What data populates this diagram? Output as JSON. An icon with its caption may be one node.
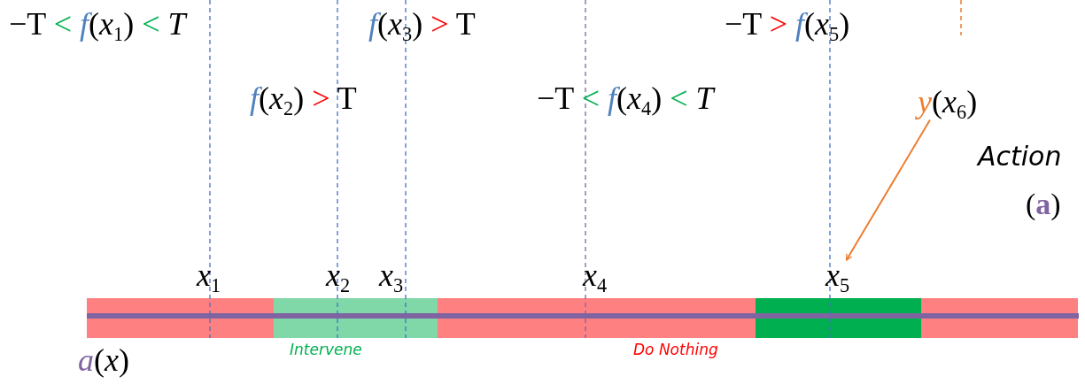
{
  "diagram": {
    "nodes": [
      {
        "text": [
          "*y*(*x*$_{6}$)"
        ]
      },
      {
        "text": [
          "*x*$_{5}$"
        ]
      }
    ],
    "edges": [
      {
        "from": 0,
        "to": 1,
        "arrow": "to",
        "color": "#ed7d31"
      }
    ],
    "labels": [
      "−T < *f*(*x*$_{1}$) < *T*",
      "*f*(*x*$_{3}$) > T",
      "−T > *f*(*x*$_{5}$)",
      "*f*(*x*$_{2}$) > T",
      "−T < *f*(*x*$_{4}$) < *T*",
      "Action",
      "(**a**)",
      "*x*$_{1}$",
      "*x*$_{2}$",
      "*x*$_{3}$",
      "*x*$_{4}$",
      "*a*(*x*)",
      "Intervene",
      "Do Nothing"
    ]
  }
}
